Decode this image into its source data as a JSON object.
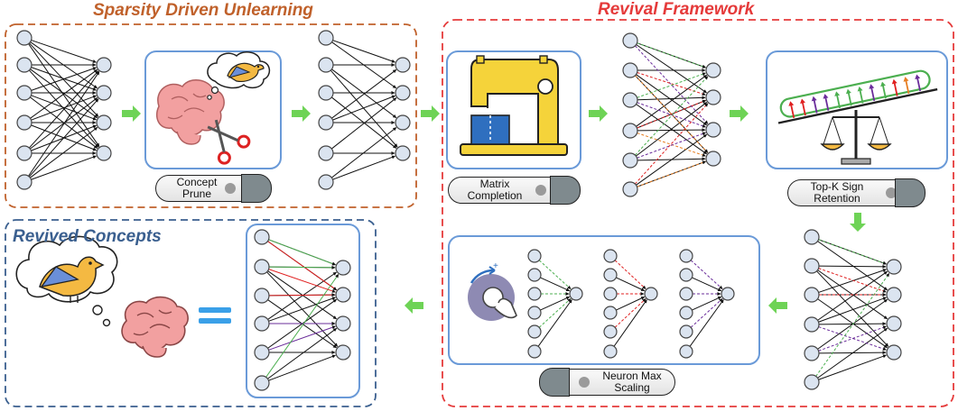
{
  "titles": {
    "sparsity": "Sparsity Driven Unlearning",
    "revival": "Revival Framework",
    "revived": "Revived Concepts"
  },
  "pills": {
    "concept_prune": [
      "Concept",
      "Prune"
    ],
    "matrix_completion": [
      "Matrix",
      "Completion"
    ],
    "topk": [
      "Top-K Sign",
      "Retention"
    ],
    "neuron_max": [
      "Neuron Max",
      "Scaling"
    ]
  },
  "icons": [
    "brain-icon",
    "bird-icon",
    "scissors-icon",
    "sewing-machine-icon",
    "balance-scale-icon",
    "hand-rotate-icon",
    "equals-icon",
    "arrow-right-icon"
  ],
  "colors": {
    "sparsity_frame": "#c0612b",
    "revival_frame": "#e53a3a",
    "revived_frame": "#3a5f8f",
    "arrow_green": "#6ed356",
    "panel_blue": "#6a9ad8",
    "node_fill": "#dbe4f0",
    "edge_green": "#4caf50",
    "edge_red": "#e02020",
    "edge_purple": "#6a2c9a",
    "edge_orange": "#e67e22"
  }
}
